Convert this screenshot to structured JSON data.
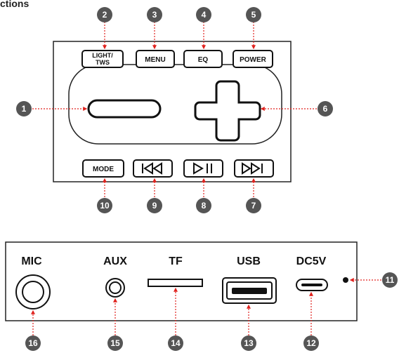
{
  "header": {
    "title_fragment": "ctions"
  },
  "colors": {
    "callout_circle": "#555555",
    "callout_text": "#ffffff",
    "leader_line": "#e0211d",
    "outline": "#222222"
  },
  "top_panel": {
    "buttons": {
      "light_tws_line1": "LIGHT/",
      "light_tws_line2": "TWS",
      "menu": "MENU",
      "eq": "EQ",
      "power": "POWER",
      "mode": "MODE",
      "prev_icon": "skip-previous-icon",
      "play_pause_icon": "play-pause-icon",
      "next_icon": "skip-next-icon",
      "minus_icon": "minus-icon",
      "plus_icon": "plus-icon"
    },
    "callouts": {
      "c1": "1",
      "c2": "2",
      "c3": "3",
      "c4": "4",
      "c5": "5",
      "c6": "6",
      "c7": "7",
      "c8": "8",
      "c9": "9",
      "c10": "10"
    }
  },
  "bottom_panel": {
    "ports": {
      "mic": "MIC",
      "aux": "AUX",
      "tf": "TF",
      "usb": "USB",
      "dc5v": "DC5V"
    },
    "callouts": {
      "c11": "11",
      "c12": "12",
      "c13": "13",
      "c14": "14",
      "c15": "15",
      "c16": "16"
    }
  }
}
